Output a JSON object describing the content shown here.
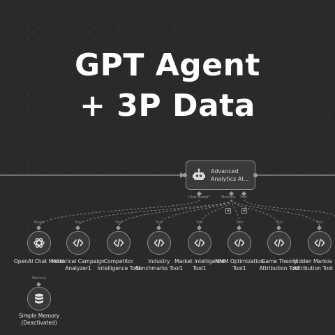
{
  "headline": {
    "line1": "GPT Agent",
    "line2": "+ 3P Data"
  },
  "agent": {
    "title_line1": "Advanced",
    "title_line2": "Analytics AI...",
    "icon": "robot-icon"
  },
  "ports": {
    "chat_model": "Chat Model*",
    "memory": "Memory",
    "tool": "Tool"
  },
  "nodes": [
    {
      "tag": "Model",
      "label1": "OpenAI Chat Model",
      "label2": "",
      "icon": "openai-icon"
    },
    {
      "tag": "Tool",
      "label1": "Historical Campaign",
      "label2": "Analyzer1",
      "icon": "code-icon"
    },
    {
      "tag": "Tool",
      "label1": "Competitor",
      "label2": "Intelligence Tool",
      "icon": "code-icon"
    },
    {
      "tag": "Tool",
      "label1": "Industry",
      "label2": "Benchmarks Tool1",
      "icon": "code-icon"
    },
    {
      "tag": "Tool",
      "label1": "Market Intelligence",
      "label2": "Tool1",
      "icon": "code-icon"
    },
    {
      "tag": "Tool",
      "label1": "MMM Optimization",
      "label2": "Tool1",
      "icon": "code-icon"
    },
    {
      "tag": "Tool",
      "label1": "Game Theory",
      "label2": "Attribution Tool",
      "icon": "code-icon"
    },
    {
      "tag": "Tool",
      "label1": "Hidden Markov",
      "label2": "Attribution Tool",
      "icon": "code-icon"
    }
  ],
  "memory_node": {
    "tag": "Memory",
    "label1": "Simple Memory",
    "label2": "(Deactivated)",
    "icon": "database-icon"
  },
  "colors": {
    "background": "#2a2a2a",
    "node_border": "#8c8c8c",
    "wire": "#9a9a9a",
    "text": "#e6e6e6"
  }
}
